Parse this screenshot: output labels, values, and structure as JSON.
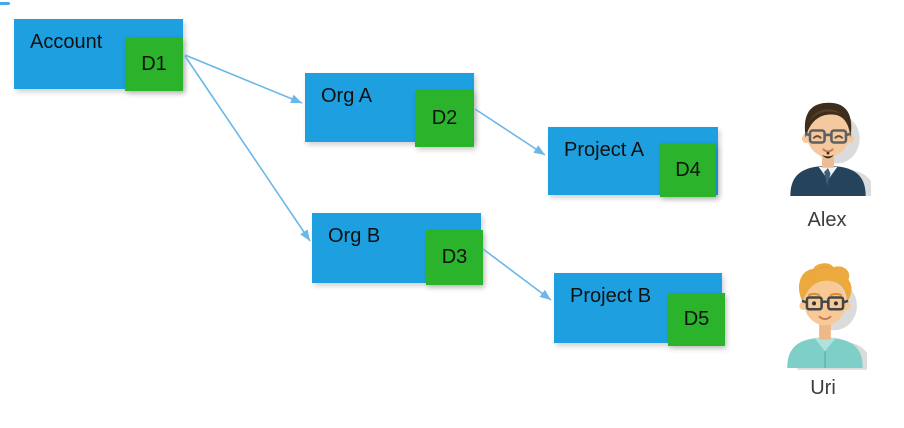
{
  "diagram": {
    "nodes": [
      {
        "id": "account",
        "label": "Account",
        "badge": "D1"
      },
      {
        "id": "org-a",
        "label": "Org A",
        "badge": "D2"
      },
      {
        "id": "org-b",
        "label": "Org B",
        "badge": "D3"
      },
      {
        "id": "project-a",
        "label": "Project A",
        "badge": "D4"
      },
      {
        "id": "project-b",
        "label": "Project B",
        "badge": "D5"
      }
    ],
    "edges": [
      {
        "from": "D1",
        "to": "Org A"
      },
      {
        "from": "D1",
        "to": "Org B"
      },
      {
        "from": "D2",
        "to": "Project A"
      },
      {
        "from": "D3",
        "to": "Project B"
      }
    ],
    "users": [
      {
        "name": "Alex"
      },
      {
        "name": "Uri"
      }
    ],
    "colors": {
      "node_fill": "#1E9FDF",
      "badge_fill": "#2BB42B",
      "arrow": "#6AB7E8",
      "label_text": "#111111",
      "user_label_text": "#3C3C3C"
    }
  }
}
